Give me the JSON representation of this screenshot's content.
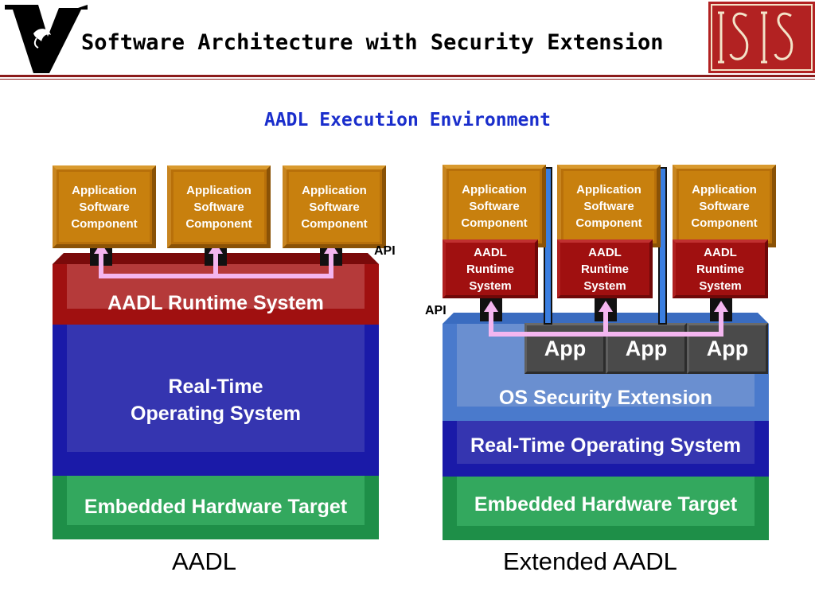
{
  "header": {
    "title": "Software Architecture with Security Extension",
    "subtitle": "AADL Execution Environment"
  },
  "left_diagram": {
    "components": [
      {
        "label": "Application\nSoftware\nComponent"
      },
      {
        "label": "Application\nSoftware\nComponent"
      },
      {
        "label": "Application\nSoftware\nComponent"
      }
    ],
    "api_label": "API",
    "runtime_label": "AADL Runtime System",
    "os_label": "Real-Time\nOperating System",
    "hardware_label": "Embedded Hardware Target",
    "caption": "AADL"
  },
  "right_diagram": {
    "components": [
      {
        "label": "Application\nSoftware\nComponent",
        "runtime": "AADL\nRuntime\nSystem"
      },
      {
        "label": "Application\nSoftware\nComponent",
        "runtime": "AADL\nRuntime\nSystem"
      },
      {
        "label": "Application\nSoftware\nComponent",
        "runtime": "AADL\nRuntime\nSystem"
      }
    ],
    "api_label": "API",
    "apps": [
      "App",
      "App",
      "App"
    ],
    "security_label": "OS Security Extension",
    "os_label": "Real-Time Operating System",
    "hardware_label": "Embedded Hardware Target",
    "caption": "Extended AADL"
  },
  "colors": {
    "accent_rule": "#8b1a1a",
    "subtitle": "#1a2ecc",
    "component": "#c8800e",
    "runtime": "#a01010",
    "os": "#1a1aa8",
    "hardware": "#22a050",
    "security": "#4a7acc",
    "connector": "#f4b6f0"
  }
}
